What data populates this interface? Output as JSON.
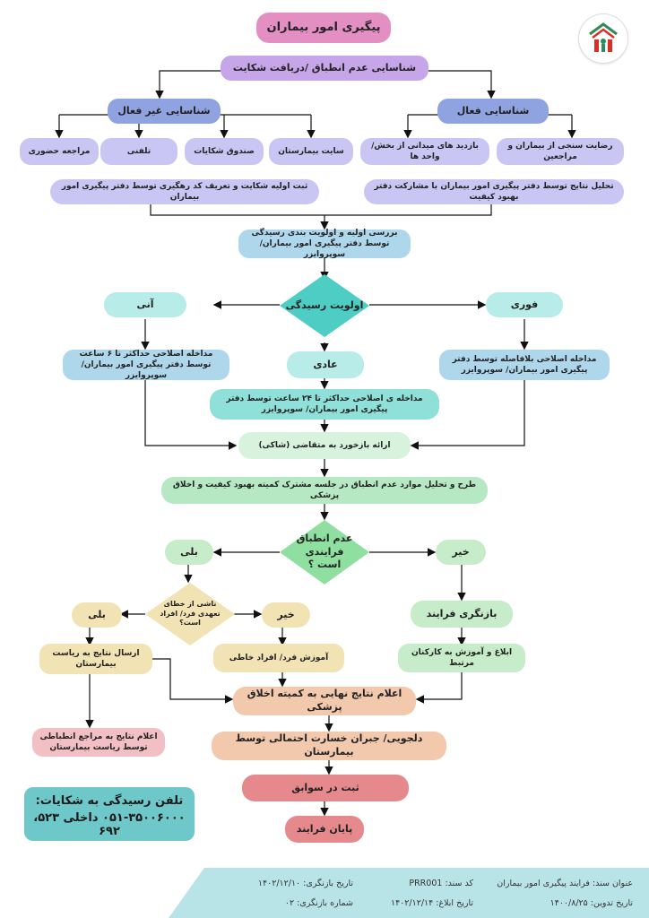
{
  "colors": {
    "pink": "#e48fc4",
    "purple": "#c6a6e8",
    "periwinkle": "#8fa3e0",
    "lavender": "#c9c6f4",
    "sky": "#aed7ec",
    "teal": "#8ee0d8",
    "mint": "#b7e8c4",
    "cream": "#f2e3b4",
    "peach": "#f2c9ad",
    "rose": "#e6898c",
    "salmon": "#f2c0c4",
    "teal_dark": "#6ec7c8"
  },
  "logo_text": "logo",
  "nodes": {
    "title": "پیگیری امور بیماران",
    "identify": "شناسایی عدم انطباق /دریافت شکایت",
    "passive": "شناسایی غیر فعال",
    "active": "شناسایی فعال",
    "in_person": "مراجعه حضوری",
    "phone_call": "تلفنی",
    "complaint_box": "صندوق شکایات",
    "hospital_site": "سایت بیمارستان",
    "field_visits": "بازدید های میدانی از بخش/ واحد ها",
    "satisfaction": "رضایت سنجی از بیماران و مراجعین",
    "register_complaint": "ثبت اولیه شکایت و تعریف کد رهگیری توسط دفتر پیگیری امور بیماران",
    "analyze_results": "تحلیل نتایج توسط دفتر پیگیری امور بیماران با مشارکت دفتر بهبود کیفیت",
    "review": "بررسی اولیه و اولویت بندی رسیدگی توسط دفتر پیگیری امور بیماران/ سوپروایزر",
    "priority": "اولویت رسیدگی",
    "instant": "آنی",
    "urgent": "فوری",
    "normal": "عادی",
    "instant_action": "مداخله اصلاحی حداکثر تا ۶ ساعت توسط دفتر پیگیری امور بیماران/ سوپروایزر",
    "urgent_action": "مداخله اصلاحی بلافاصله توسط دفتر پیگیری امور بیماران/ سوپروایزر",
    "normal_action": "مداخله ی اصلاحی حداکثر تا ۲۴ ساعت توسط  دفتر پیگیری امور بیماران/ سوپروایزر",
    "feedback": "ارائه بازخورد به متقاضی (شاکی)",
    "committee": "طرح و تحلیل موارد عدم انطباق در جلسه مشترک کمیته بهبود کیفیت و اخلاق پزشکی",
    "process_nc": "عدم انطباق فرایندی است ؟",
    "yes": "بلی",
    "no": "خیر",
    "individual_error": "ناشی از خطای تعهدی فرد/ افراد است؟",
    "yes2": "بلی",
    "no2": "خیر",
    "process_review": "بازنگری فرایند",
    "train_individual": "آموزش فرد/ افراد خاطی",
    "send_results": "ارسال نتایج به ریاست بیمارستان",
    "notify_staff": "ابلاغ و آموزش به کارکنان مرتبط",
    "final_results": "اعلام نتایج نهایی به کمیته اخلاق پزشکی",
    "disciplinary": "اعلام نتایج به مراجع انطباطی توسط ریاست بیمارستان",
    "compensation": "دلجویی/ جبران خسارت احتمالی توسط بیمارستان",
    "record": "ثبت در سوابق",
    "end": "پایان فرایند"
  },
  "contact": {
    "title": "تلفن رسیدگی به شکایات:",
    "number": "۰۵۱-۳۵۰۰۶۰۰۰ داخلی ۵۲۳، ۶۹۲"
  },
  "footer": {
    "doc_title": "عنوان سند: فرایند پیگیری امور بیماران",
    "doc_code": "کد سند: PRR001",
    "review_date": "تاریخ بازنگری: ۱۴۰۲/۱۲/۱۰",
    "compile_date": "تاریخ تدوین: ۱۴۰۰/۸/۲۵",
    "notify_date": "تاریخ ابلاغ: ۱۴۰۲/۱۲/۱۴",
    "revision_no": "شماره بازنگری: ۰۲"
  }
}
